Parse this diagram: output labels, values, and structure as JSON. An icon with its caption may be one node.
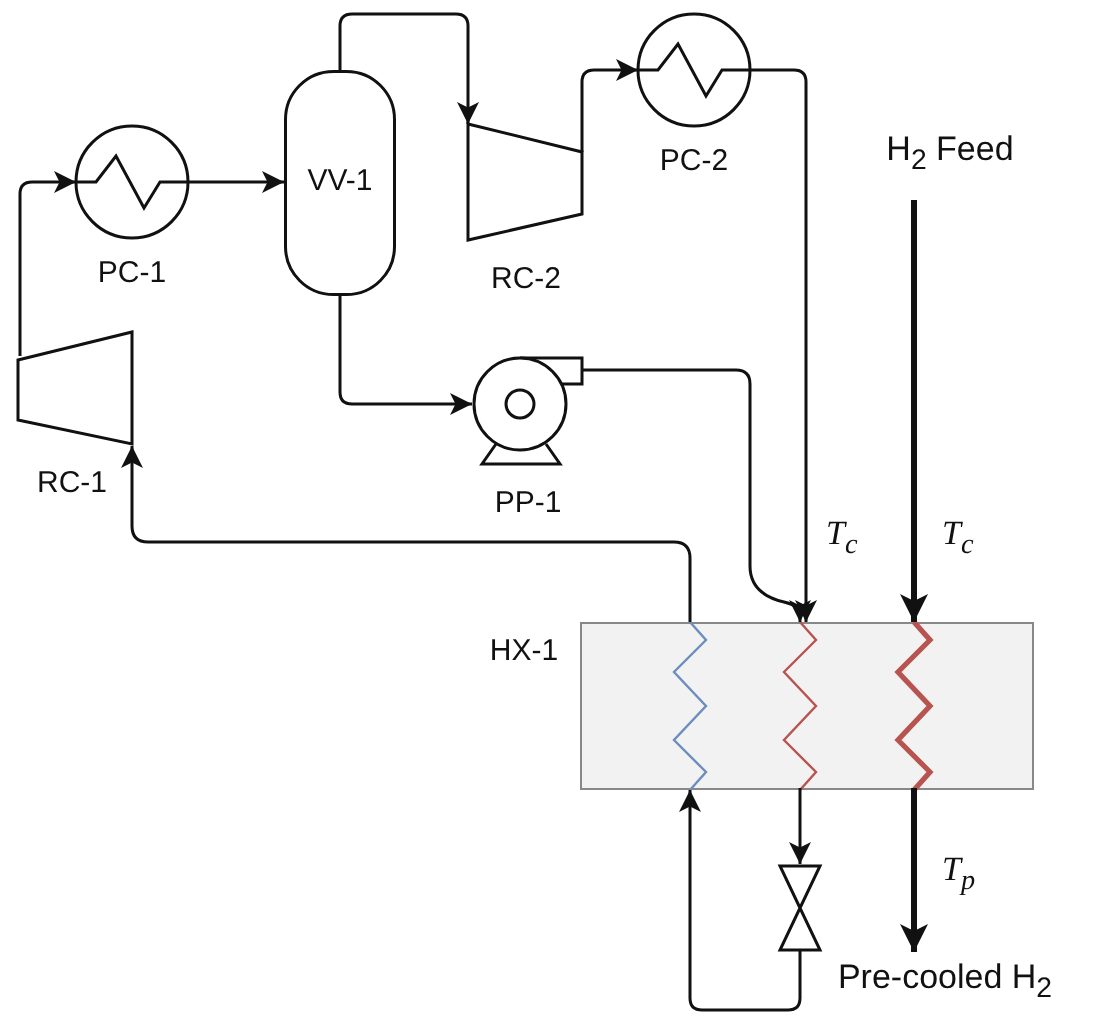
{
  "diagram": {
    "nodes": [
      {
        "text": [
          "PC-1"
        ]
      },
      {
        "text": [
          "VV-1"
        ]
      },
      {
        "text": [
          "RC-2"
        ]
      },
      {
        "text": [
          "PC-2"
        ]
      },
      {
        "text": [
          "H$_{2}$ Feed"
        ]
      },
      {
        "text": [
          "RC-1"
        ]
      },
      {
        "text": [
          "PP-1"
        ]
      },
      {
        "text": [
          "HX-1"
        ]
      },
      {
        "text": [],
        "shape": "coil",
        "in": 7
      },
      {
        "text": [],
        "shape": "coil",
        "in": 7
      },
      {
        "text": [],
        "shape": "coil",
        "in": 7
      },
      {
        "text": [],
        "shape": "valve"
      },
      {
        "text": [
          "Pre-cooled H$_{2}$"
        ]
      }
    ],
    "edges": [
      {
        "from": 5,
        "to": 0,
        "arrow": "to"
      },
      {
        "from": 0,
        "to": 1,
        "arrow": "to"
      },
      {
        "from": 1,
        "to": 2,
        "arrow": "to"
      },
      {
        "from": 2,
        "to": 3,
        "arrow": "to"
      },
      {
        "from": 1,
        "to": 6,
        "arrow": "to"
      },
      {
        "from": 3,
        "to": 9,
        "arrow": "to",
        "label": "T$_{c}$"
      },
      {
        "from": 6,
        "to": 9,
        "arrow": "to"
      },
      {
        "from": 9,
        "to": 11,
        "arrow": "to"
      },
      {
        "from": 11,
        "to": 8,
        "arrow": "to"
      },
      {
        "from": 8,
        "to": 5,
        "arrow": "to"
      },
      {
        "from": 4,
        "to": 10,
        "arrow": "to",
        "label": "T$_{c}$",
        "style": "thick"
      },
      {
        "from": 10,
        "to": 12,
        "arrow": "to",
        "label": "T$_{p}$",
        "style": "thick"
      }
    ]
  }
}
